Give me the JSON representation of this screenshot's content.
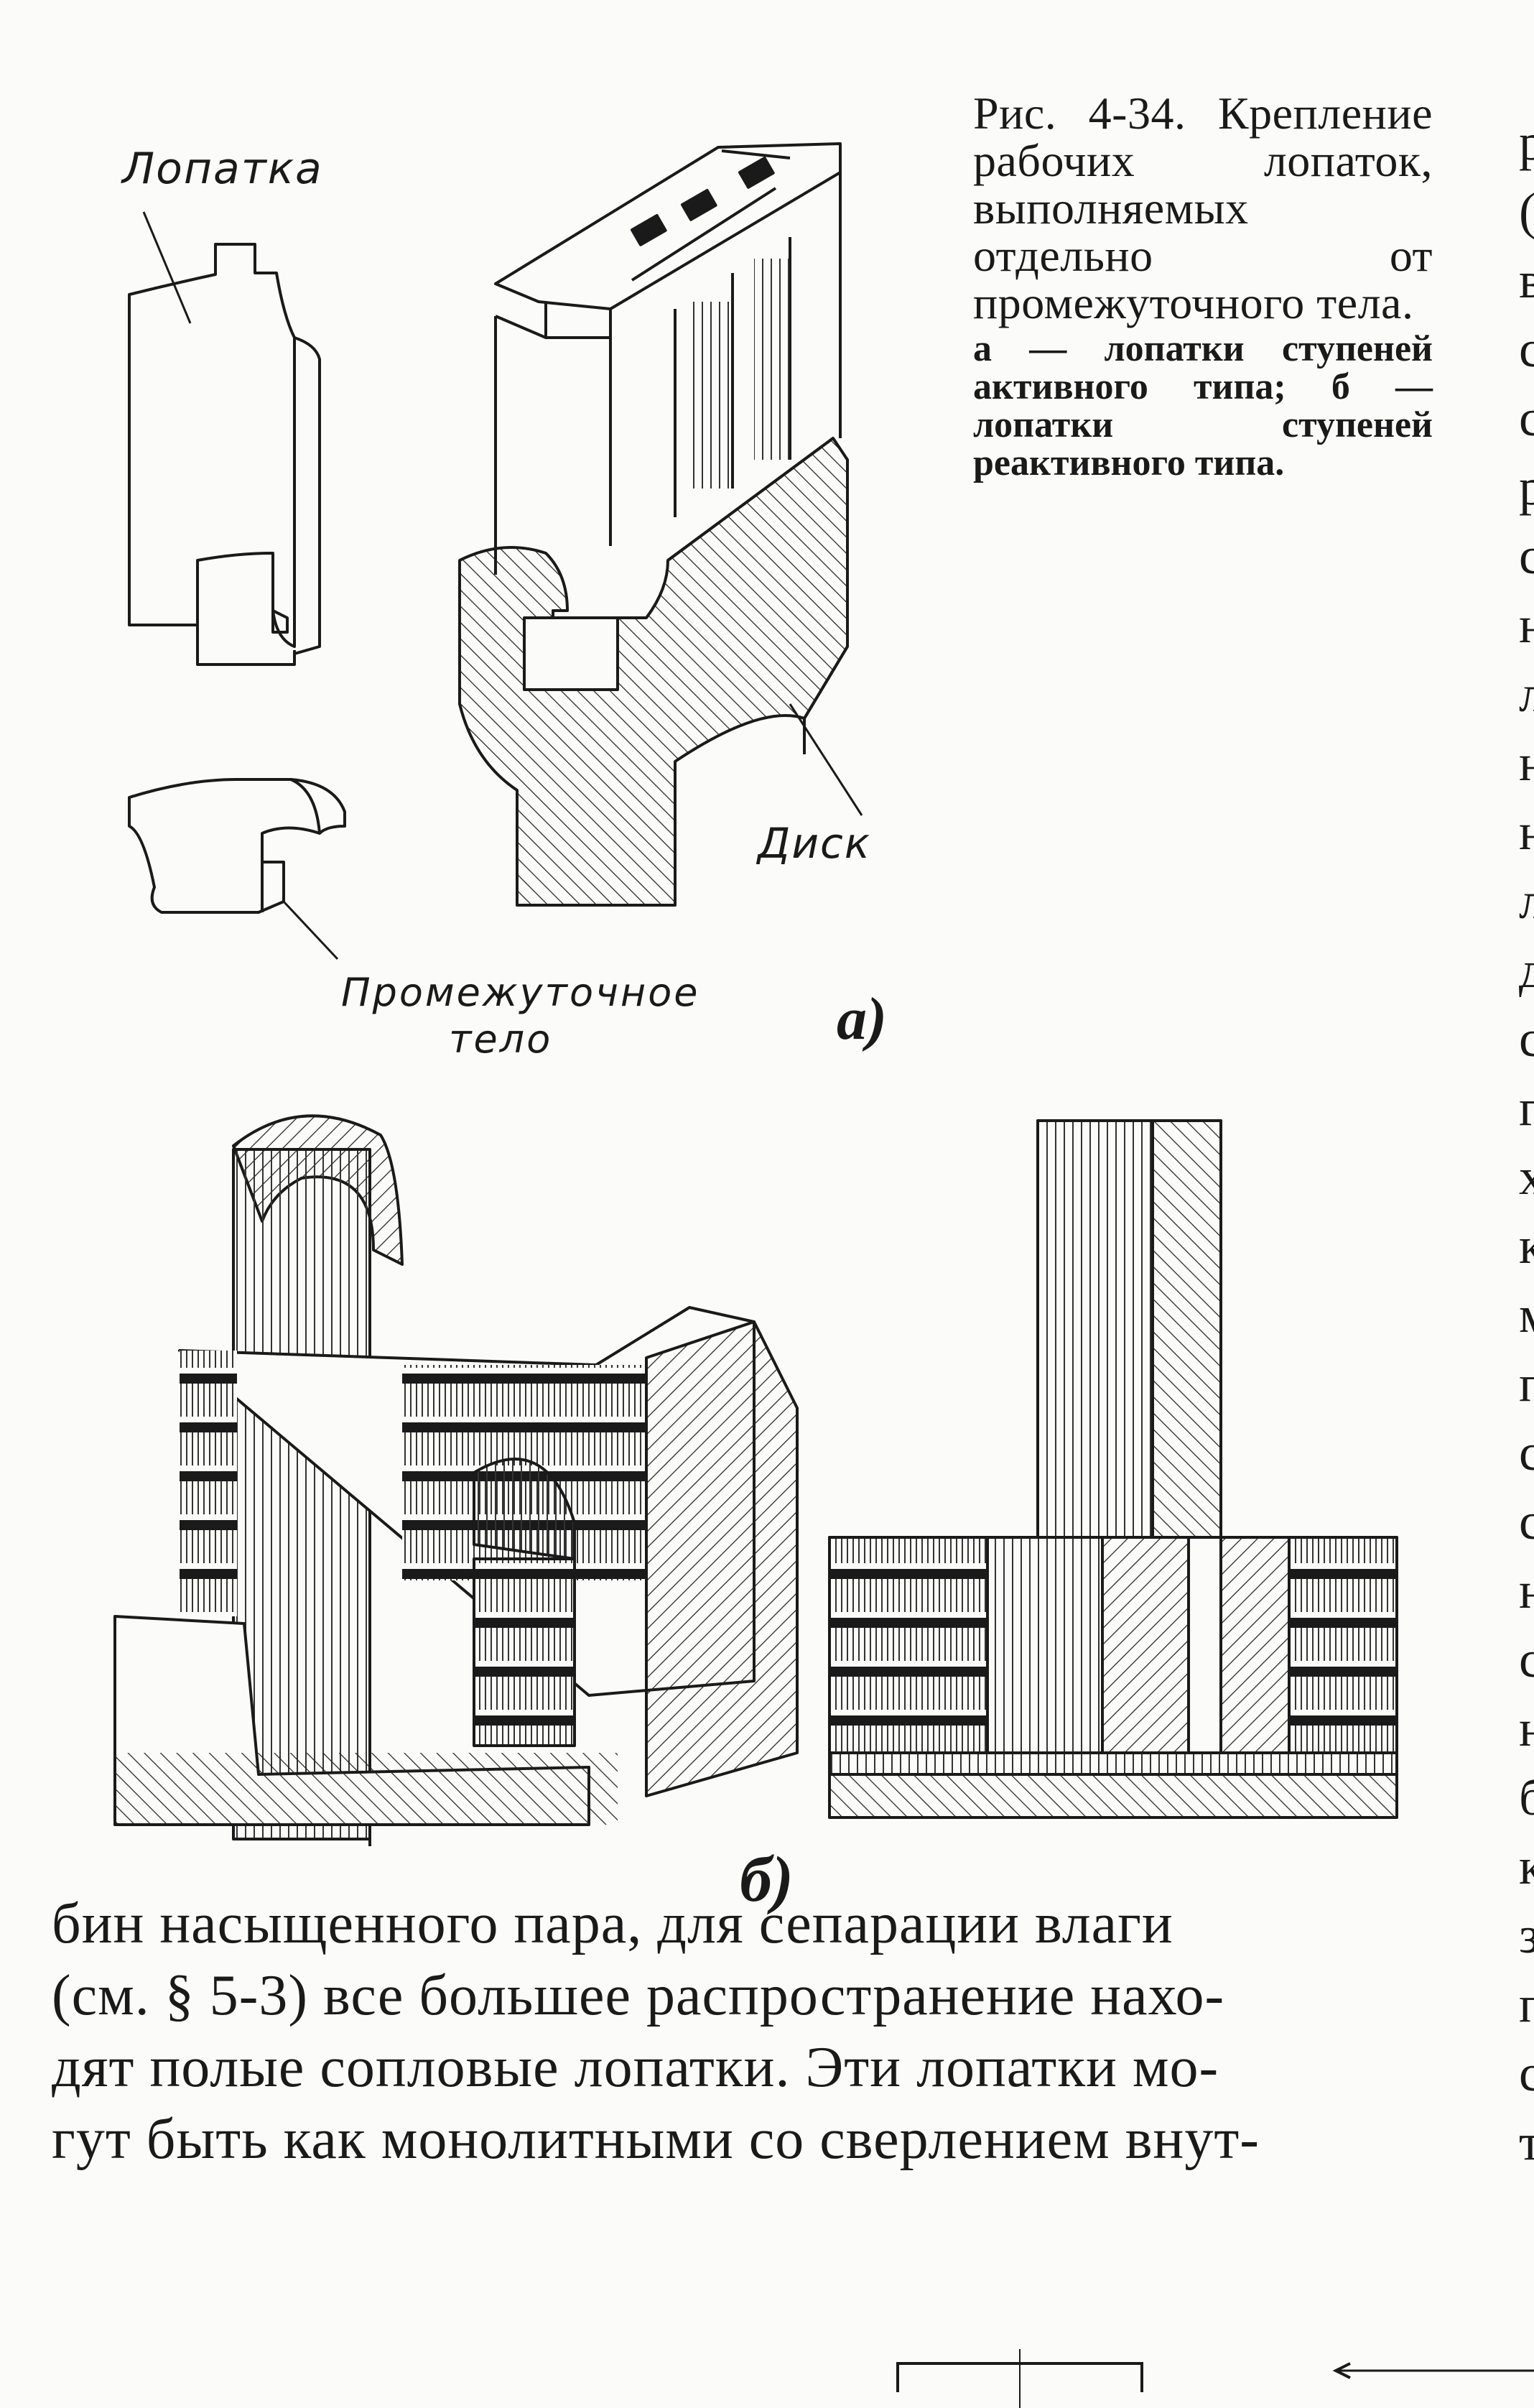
{
  "labels": {
    "blade": "Лопатка",
    "disk": "Диск",
    "intermediate_line1": "Промежуточное",
    "intermediate_line2": "тело",
    "part_a": "а)",
    "part_b": "б)"
  },
  "caption": {
    "title": "Рис. 4-34. Крепление рабочих лопаток, выполняемых отдельно от промежуточного тела.",
    "legend": "а — лопатки ступеней активного типа; б — лопатки ступеней реактивного типа."
  },
  "body_text": {
    "lines": [
      "бин насыщенного пара, для сепарации влаги",
      "(см. § 5-3) все большее распространение нахо-",
      "дят полые сопловые лопатки. Эти лопатки мо-",
      "гут быть как монолитными со сверлением внут-"
    ]
  },
  "right_margin": {
    "letters": [
      "р",
      "(",
      "в",
      "с",
      "с",
      "р",
      "с",
      "н",
      "л",
      "н",
      "н",
      "л",
      "д",
      "с",
      "г",
      "х",
      "к",
      "м",
      "п",
      "с",
      "с",
      "н",
      "с",
      "н",
      "б",
      "к",
      "з",
      "п",
      "с",
      "т"
    ]
  }
}
